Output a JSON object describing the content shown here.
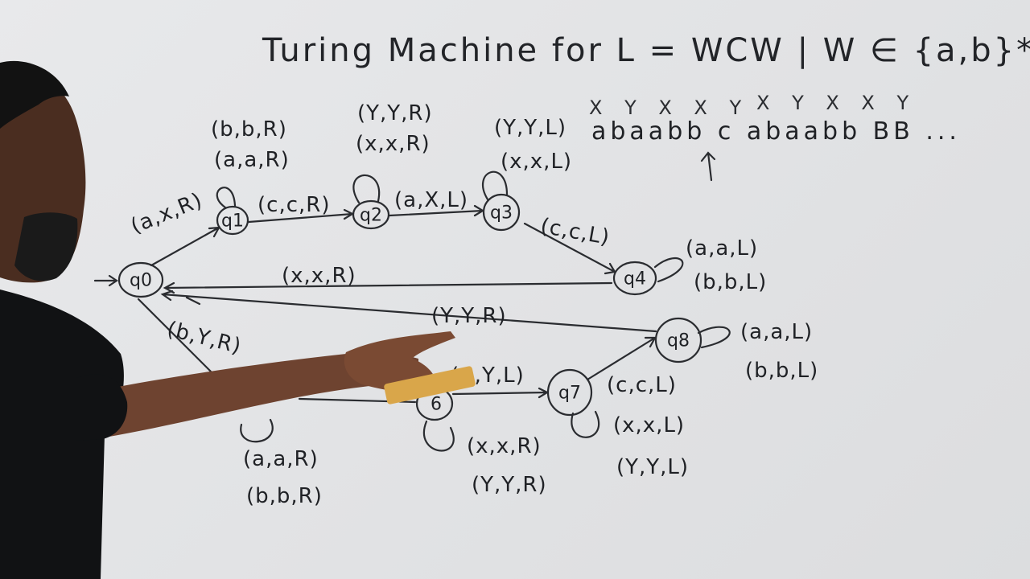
{
  "title": "Turing Machine for L = WCW | W ∈ {a,b}*",
  "tape": {
    "marks_left": "X Y X X Y",
    "marks_right": "X Y X X Y",
    "symbols": "abaabb c abaabb BB ..."
  },
  "states": {
    "q0": "q0",
    "q1": "q1",
    "q2": "q2",
    "q3": "q3",
    "q4": "q4",
    "q6": "6",
    "q7": "q7",
    "q8": "q8"
  },
  "transitions": {
    "q1_loop_1": "(b,b,R)",
    "q1_loop_2": "(a,a,R)",
    "q2_loop_1": "(Y,Y,R)",
    "q2_loop_2": "(x,x,R)",
    "q3_loop_1": "(Y,Y,L)",
    "q3_loop_2": "(x,x,L)",
    "q0_q1": "(a,x,R)",
    "q1_q2": "(c,c,R)",
    "q2_q3": "(a,X,L)",
    "q3_q4": "(c,c,L)",
    "q4_loop_1": "(a,a,L)",
    "q4_loop_2": "(b,b,L)",
    "q4_q0": "(x,x,R)",
    "q8_q0": "(Y,Y,R)",
    "q0_q5": "(b,Y,R)",
    "q5_loop_1": "(a,a,R)",
    "q5_loop_2": "(b,b,R)",
    "q6_q7": "(..,Y,L)",
    "q6_loop_1": "(x,x,R)",
    "q6_loop_2": "(Y,Y,R)",
    "q7_q8": "(c,c,L)",
    "q7_loop_1": "(x,x,L)",
    "q7_loop_2": "(Y,Y,L)",
    "q8_loop_1": "(a,a,L)",
    "q8_loop_2": "(b,b,L)"
  },
  "colors": {
    "board": "#e4e5e7",
    "ink": "#1f2125",
    "shirt": "#111214",
    "skin": "#7a4a33",
    "eraser": "#d9a64a"
  }
}
